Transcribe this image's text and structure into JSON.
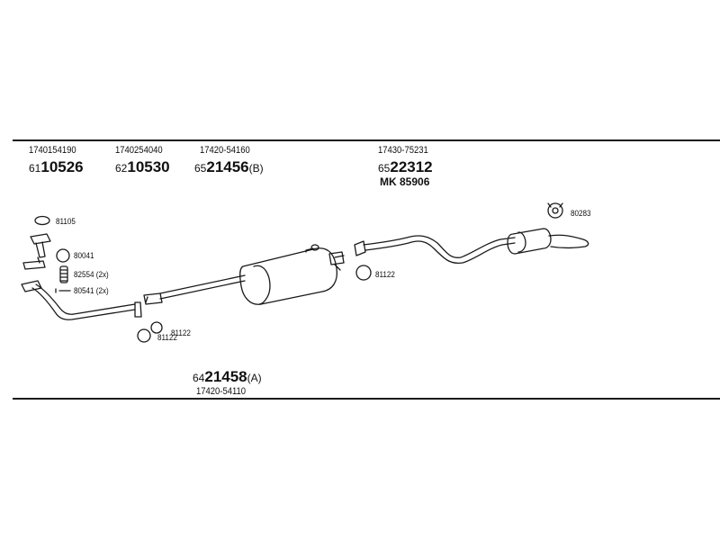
{
  "catalog_groups": [
    {
      "ref": "1740154190",
      "prefix": "61",
      "number": "10526",
      "suffix": ""
    },
    {
      "ref": "1740254040",
      "prefix": "62",
      "number": "10530",
      "suffix": ""
    },
    {
      "ref": "17420-54160",
      "prefix": "65",
      "number": "21456",
      "suffix": "(B)"
    },
    {
      "ref": "17430-75231",
      "prefix": "65",
      "number": "22312",
      "suffix": "",
      "extra": "MK  85906"
    }
  ],
  "bottom_group": {
    "prefix": "64",
    "number": "21458",
    "suffix": "(A)",
    "ref": "17420-54110"
  },
  "parts": {
    "p81105": "81105",
    "p80041": "80041",
    "p82554": "82554 (2x)",
    "p80541": "80541 (2x)",
    "p81122_a": "81122",
    "p81122_b": "81122",
    "p81122_c": "81122",
    "p80283": "80283"
  }
}
